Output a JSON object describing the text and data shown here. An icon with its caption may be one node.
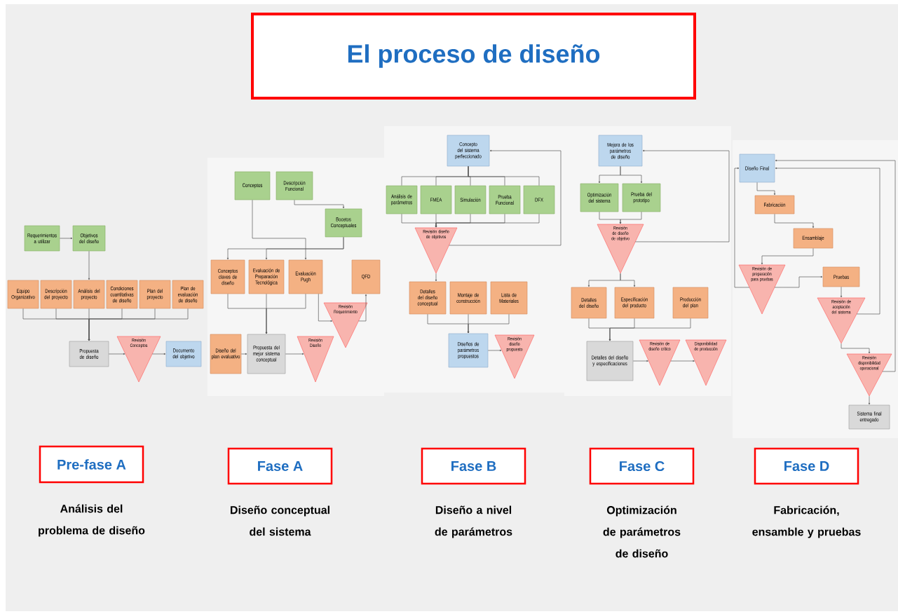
{
  "diagram": {
    "title": "El proceso de diseño",
    "nodes": [
      {
        "text": [
          "Requerimientos a utilizar"
        ]
      },
      {
        "text": [
          "Objetivos del diseño"
        ]
      },
      {
        "text": [
          "Equipo Organizativo"
        ]
      },
      {
        "text": [
          "Descripción del proyecto"
        ]
      },
      {
        "text": [
          "Análisis del proyecto"
        ]
      },
      {
        "text": [
          "Condiciones cuantitativas de diseño"
        ]
      },
      {
        "text": [
          "Plan del proyecto"
        ]
      },
      {
        "text": [
          "Plan de evaluación de diseño"
        ]
      },
      {
        "text": [
          "Propuesta de diseño"
        ]
      },
      {
        "text": [
          "Revisión Conceptos"
        ]
      },
      {
        "text": [
          "Documento del objetivo"
        ]
      },
      {
        "text": [
          "Conceptos"
        ]
      },
      {
        "text": [
          "Descripción Funcional"
        ]
      },
      {
        "text": [
          "Bocetos Conceptuales"
        ]
      },
      {
        "text": [
          "Conceptos claves de diseño"
        ]
      },
      {
        "text": [
          "Evaluación de Preparación Tecnológica"
        ]
      },
      {
        "text": [
          "Evaluación Pugh"
        ]
      },
      {
        "text": [
          "QFD"
        ]
      },
      {
        "text": [
          "Diseño del plan evaluativo"
        ]
      },
      {
        "text": [
          "Propuesta del mejor sistema conceptual"
        ]
      },
      {
        "text": [
          "Revisión Diseño"
        ]
      },
      {
        "text": [
          "Revisión Requerimiento"
        ]
      },
      {
        "text": [
          "Concepto del sistema perfeccionado"
        ]
      },
      {
        "text": [
          "Análisis de parámetros"
        ]
      },
      {
        "text": [
          "FMEA"
        ]
      },
      {
        "text": [
          "Simulación"
        ]
      },
      {
        "text": [
          "Prueba Funcional"
        ]
      },
      {
        "text": [
          "DFX"
        ]
      },
      {
        "text": [
          "Revisión diseño de objetivos"
        ]
      },
      {
        "text": [
          "Detalles del diseño conceptual"
        ]
      },
      {
        "text": [
          "Montaje de construcción"
        ]
      },
      {
        "text": [
          "Lista de Materiales"
        ]
      },
      {
        "text": [
          "Diseños de parámetros propuestos"
        ]
      },
      {
        "text": [
          "Revisión diseño propuesto"
        ]
      },
      {
        "text": [
          "Mejora de los parámetros de diseño"
        ]
      },
      {
        "text": [
          "Optimización del sistema"
        ]
      },
      {
        "text": [
          "Prueba del prototipo"
        ]
      },
      {
        "text": [
          "Revisión de diseño de objetivo"
        ]
      },
      {
        "text": [
          "Detalles del diseño"
        ]
      },
      {
        "text": [
          "Especificación del producto"
        ]
      },
      {
        "text": [
          "Producción del plan"
        ]
      },
      {
        "text": [
          "Detalles del diseño y especificaciones"
        ]
      },
      {
        "text": [
          "Revisión de diseño crítico"
        ]
      },
      {
        "text": [
          "Disponibilidad de producción"
        ]
      },
      {
        "text": [
          "Diseño Final"
        ]
      },
      {
        "text": [
          "Fabricación"
        ]
      },
      {
        "text": [
          "Ensamblaje"
        ]
      },
      {
        "text": [
          "Revisión de preparación para pruebas"
        ]
      },
      {
        "text": [
          "Pruebas"
        ]
      },
      {
        "text": [
          "Revisión de aceptación del sistema"
        ]
      },
      {
        "text": [
          "Revisión disponibilidad operacional"
        ]
      },
      {
        "text": [
          "Sistema final entregado"
        ]
      },
      {
        "text": [
          "Pre-fase A"
        ],
        "beside": [
          "Análisis del problema de diseño"
        ]
      },
      {
        "text": [
          "Fase A"
        ],
        "beside": [
          "Diseño conceptual del sistema"
        ]
      },
      {
        "text": [
          "Fase B"
        ],
        "beside": [
          "Diseño a nivel de parámetros"
        ]
      },
      {
        "text": [
          "Fase C"
        ],
        "beside": [
          "Optimización de parámetros de diseño"
        ]
      },
      {
        "text": [
          "Fase D"
        ],
        "beside": [
          "Fabricación, ensamble y pruebas"
        ]
      }
    ],
    "edges": [
      {
        "from": 0,
        "to": 1,
        "arrow": "to"
      },
      {
        "from": 1,
        "to": 4,
        "arrow": "to"
      },
      {
        "from": 2,
        "to": 8,
        "arrow": "to"
      },
      {
        "from": 3,
        "to": 8,
        "arrow": "to"
      },
      {
        "from": 4,
        "to": 8,
        "arrow": "to"
      },
      {
        "from": 5,
        "to": 8,
        "arrow": "to"
      },
      {
        "from": 6,
        "to": 8,
        "arrow": "to"
      },
      {
        "from": 7,
        "to": 8,
        "arrow": "to"
      },
      {
        "from": 8,
        "to": 9,
        "arrow": "to"
      },
      {
        "from": 9,
        "to": 10,
        "arrow": "to"
      },
      {
        "from": 12,
        "to": 13,
        "arrow": "to"
      },
      {
        "from": 11,
        "to": 16,
        "arrow": "to"
      },
      {
        "from": 13,
        "to": 14,
        "arrow": "to"
      },
      {
        "from": 13,
        "to": 15,
        "arrow": "to"
      },
      {
        "from": 14,
        "to": 19,
        "arrow": "to"
      },
      {
        "from": 15,
        "to": 19,
        "arrow": "to"
      },
      {
        "from": 16,
        "to": 19,
        "arrow": "to"
      },
      {
        "from": 16,
        "to": 21,
        "arrow": "to"
      },
      {
        "from": 21,
        "to": 17,
        "arrow": "to"
      },
      {
        "from": 18,
        "to": 19,
        "arrow": "to"
      },
      {
        "from": 19,
        "to": 20,
        "arrow": "to"
      },
      {
        "from": 22,
        "to": 23,
        "arrow": "none"
      },
      {
        "from": 22,
        "to": 24,
        "arrow": "none"
      },
      {
        "from": 22,
        "to": 25,
        "arrow": "none"
      },
      {
        "from": 22,
        "to": 26,
        "arrow": "none"
      },
      {
        "from": 22,
        "to": 27,
        "arrow": "none"
      },
      {
        "from": 23,
        "to": 28,
        "arrow": "to"
      },
      {
        "from": 24,
        "to": 28,
        "arrow": "to"
      },
      {
        "from": 25,
        "to": 28,
        "arrow": "to"
      },
      {
        "from": 26,
        "to": 28,
        "arrow": "to"
      },
      {
        "from": 27,
        "to": 28,
        "arrow": "to"
      },
      {
        "from": 28,
        "to": 22,
        "arrow": "to"
      },
      {
        "from": 28,
        "to": 29,
        "arrow": "to"
      },
      {
        "from": 29,
        "to": 32,
        "arrow": "to"
      },
      {
        "from": 30,
        "to": 32,
        "arrow": "to"
      },
      {
        "from": 31,
        "to": 32,
        "arrow": "to"
      },
      {
        "from": 32,
        "to": 33,
        "arrow": "to"
      },
      {
        "from": 34,
        "to": 35,
        "arrow": "to"
      },
      {
        "from": 34,
        "to": 36,
        "arrow": "to"
      },
      {
        "from": 35,
        "to": 37,
        "arrow": "to"
      },
      {
        "from": 36,
        "to": 37,
        "arrow": "to"
      },
      {
        "from": 37,
        "to": 34,
        "arrow": "to"
      },
      {
        "from": 37,
        "to": 38,
        "arrow": "to"
      },
      {
        "from": 37,
        "to": 39,
        "arrow": "to"
      },
      {
        "from": 38,
        "to": 41,
        "arrow": "to"
      },
      {
        "from": 39,
        "to": 41,
        "arrow": "to"
      },
      {
        "from": 40,
        "to": 41,
        "arrow": "to"
      },
      {
        "from": 41,
        "to": 42,
        "arrow": "to"
      },
      {
        "from": 42,
        "to": 43,
        "arrow": "to"
      },
      {
        "from": 44,
        "to": 45,
        "arrow": "to"
      },
      {
        "from": 45,
        "to": 46,
        "arrow": "to"
      },
      {
        "from": 46,
        "to": 47,
        "arrow": "to"
      },
      {
        "from": 47,
        "to": 48,
        "arrow": "to"
      },
      {
        "from": 47,
        "to": 44,
        "arrow": "to"
      },
      {
        "from": 48,
        "to": 49,
        "arrow": "to"
      },
      {
        "from": 49,
        "to": 44,
        "arrow": "to"
      },
      {
        "from": 49,
        "to": 50,
        "arrow": "to"
      },
      {
        "from": 50,
        "to": 44,
        "arrow": "to"
      },
      {
        "from": 50,
        "to": 51,
        "arrow": "to"
      }
    ]
  }
}
